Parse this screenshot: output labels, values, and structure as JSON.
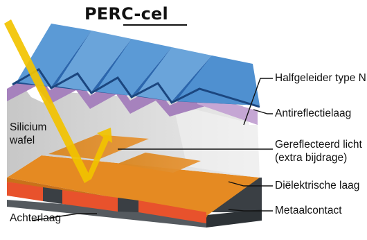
{
  "title": "PERC-cel",
  "labels": {
    "n_type": "Halfgeleider type N",
    "antireflection": "Antireflectielaag",
    "silicon_line1": "Silicium",
    "silicon_line2": "wafel",
    "reflected_line1": "Gereflecteerd licht",
    "reflected_line2": "(extra bijdrage)",
    "dielectric": "Diëlektrische laag",
    "metal_contact": "Metaalcontact",
    "back_layer": "Achterlaag"
  },
  "colors": {
    "n_type_layer": "#3f86c8",
    "antireflection_layer": "#b48ec6",
    "silicon_wafer": "#d3d3d3",
    "dielectric_layer": "#e0821a",
    "contact_strip": "#e84d2a",
    "metal_contact": "#4b5055",
    "light_ray": "#f2c300"
  }
}
